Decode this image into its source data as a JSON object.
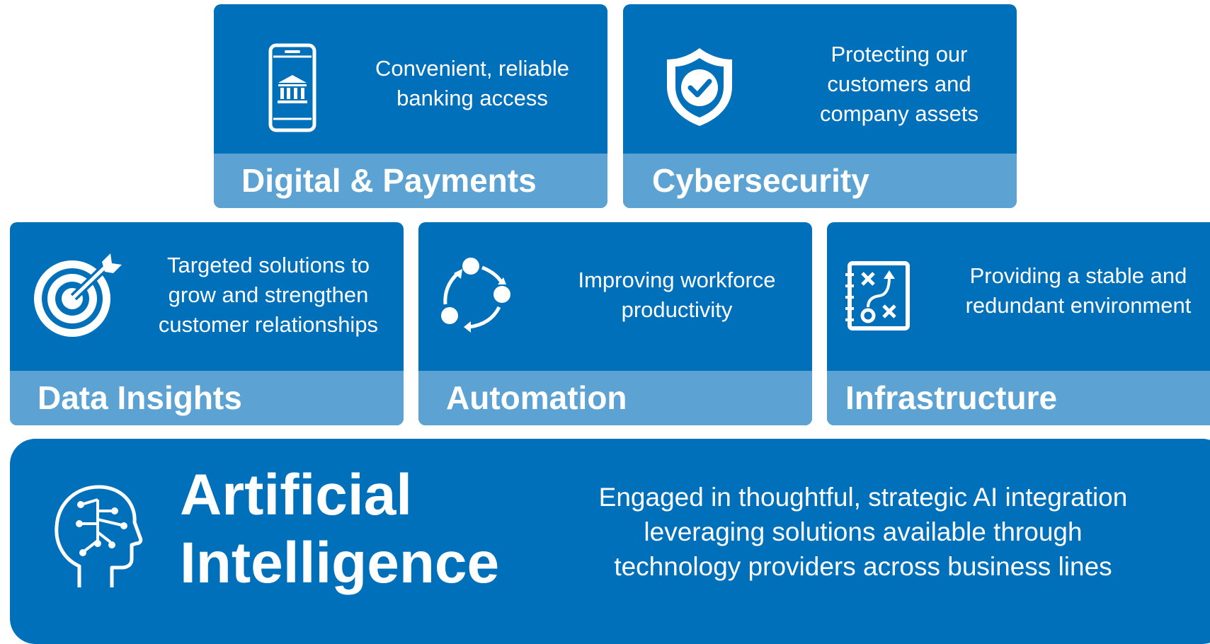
{
  "tiles": {
    "digital": {
      "title": "Digital & Payments",
      "desc": [
        "Convenient, reliable",
        "banking access"
      ],
      "icon": "mobile-bank-icon"
    },
    "cyber": {
      "title": "Cybersecurity",
      "desc": [
        "Protecting our",
        "customers and",
        "company assets"
      ],
      "icon": "shield-check-icon"
    },
    "data": {
      "title": "Data Insights",
      "desc": [
        "Targeted solutions to",
        "grow and strengthen",
        "customer relationships"
      ],
      "icon": "target-icon"
    },
    "automation": {
      "title": "Automation",
      "desc": [
        "Improving workforce",
        "productivity"
      ],
      "icon": "cycle-icon"
    },
    "infra": {
      "title": "Infrastructure",
      "desc": [
        "Providing a stable and",
        "redundant environment"
      ],
      "icon": "strategy-board-icon"
    }
  },
  "ai": {
    "title": [
      "Artificial",
      "Intelligence"
    ],
    "desc": [
      "Engaged in thoughtful, strategic AI integration",
      "leveraging solutions available through",
      "technology providers across business lines"
    ],
    "icon": "ai-head-icon"
  },
  "colors": {
    "tile": "#0070ba",
    "footer": "#5ca3d4",
    "text": "#ffffff"
  }
}
